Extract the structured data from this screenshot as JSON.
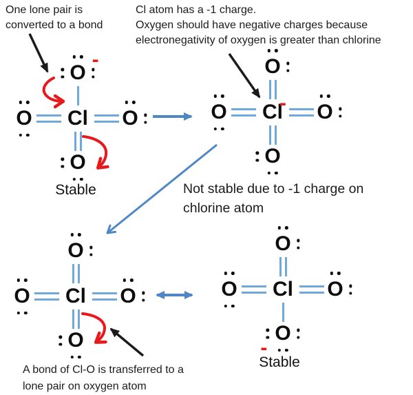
{
  "colors": {
    "bond_blue": "#6fa8dc",
    "arrow_blue": "#4e86c6",
    "charge_red": "#e8191c",
    "ink": "#1b1b1b"
  },
  "symbols": {
    "oxygen": "O",
    "chlorine": "Cl",
    "minus": "-"
  },
  "labels": {
    "structure1_caption": "Stable",
    "structure4_caption": "Stable"
  },
  "annotations": {
    "lone_pair": [
      "One lone pair is",
      "converted to a bond"
    ],
    "charge": [
      "Cl atom has a -1 charge.",
      "Oxygen should have negative charges because",
      "electronegativity of oxygen is greater than chlorine"
    ],
    "not_stable": [
      "Not stable due to -1 charge on",
      "chlorine atom"
    ],
    "bond_transfer": [
      "A bond of Cl-O is transferred to a",
      "lone pair on oxygen atom"
    ]
  }
}
